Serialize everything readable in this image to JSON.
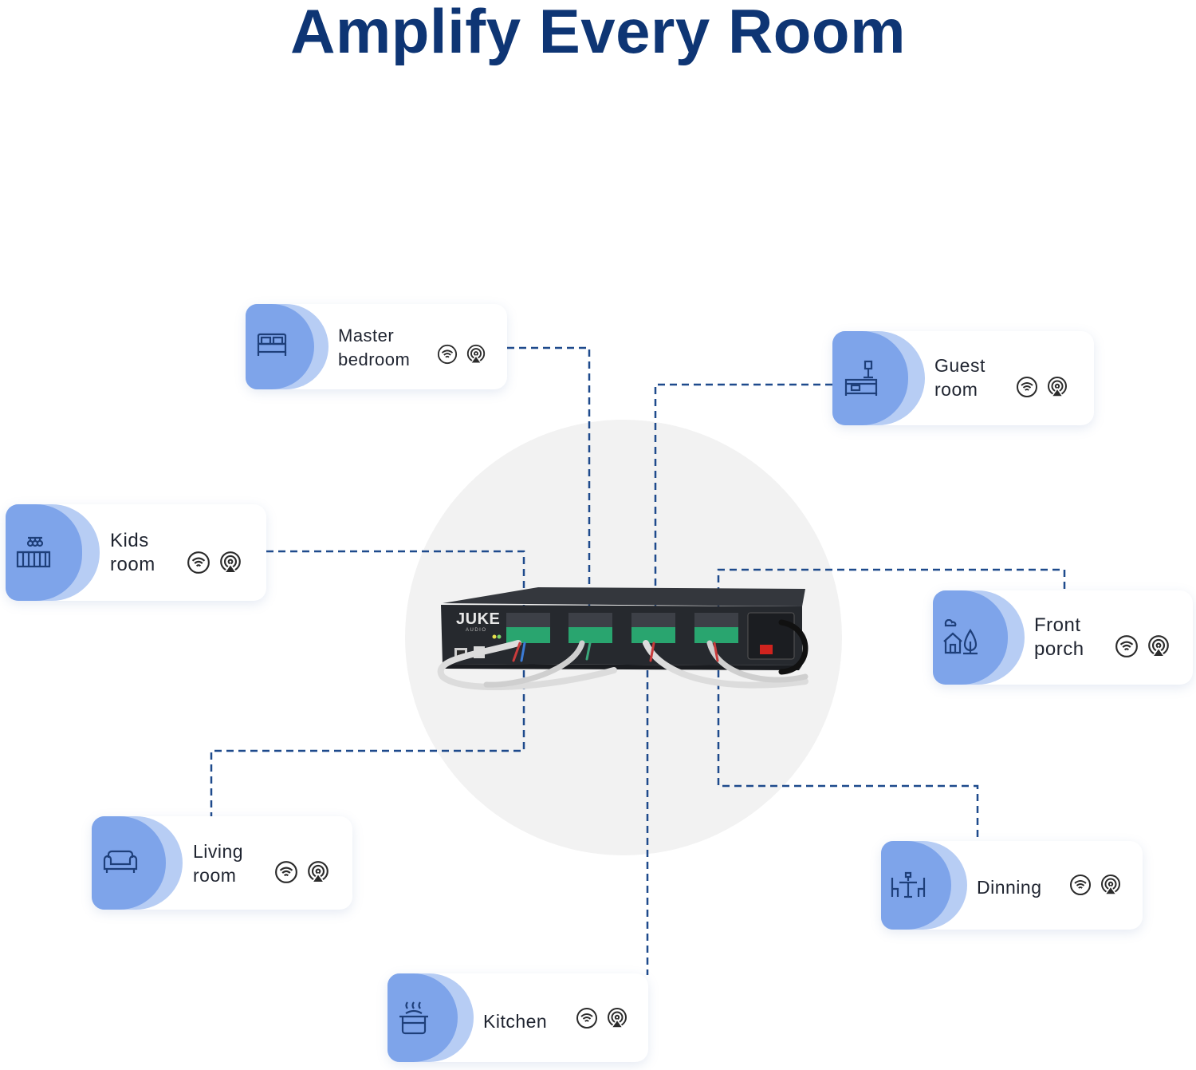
{
  "title": "Amplify Every Room",
  "device": {
    "brand": "JUKE",
    "sub": "AUDIO"
  },
  "rooms": [
    {
      "key": "master",
      "label": "Master\nbedroom",
      "room_icon": "bed-icon",
      "stream_icons": [
        "wifi-icon",
        "airplay-icon"
      ]
    },
    {
      "key": "guest",
      "label": "Guest\nroom",
      "room_icon": "nightstand-lamp-icon",
      "stream_icons": [
        "wifi-icon",
        "airplay-icon"
      ]
    },
    {
      "key": "kids",
      "label": "Kids\nroom",
      "room_icon": "crib-icon",
      "stream_icons": [
        "wifi-icon",
        "airplay-icon"
      ]
    },
    {
      "key": "porch",
      "label": "Front\nporch",
      "room_icon": "house-tree-icon",
      "stream_icons": [
        "wifi-icon",
        "airplay-icon"
      ]
    },
    {
      "key": "living",
      "label": "Living\nroom",
      "room_icon": "sofa-icon",
      "stream_icons": [
        "wifi-icon",
        "airplay-icon"
      ]
    },
    {
      "key": "dining",
      "label": "Dinning",
      "room_icon": "dining-table-icon",
      "stream_icons": [
        "wifi-icon",
        "airplay-icon"
      ]
    },
    {
      "key": "kitchen",
      "label": "Kitchen",
      "room_icon": "cooking-pot-icon",
      "stream_icons": [
        "wifi-icon",
        "airplay-icon"
      ]
    }
  ],
  "colors": {
    "title": "#0e3574",
    "wire": "#1e4a8c",
    "badge_outer": "#b7cdf4",
    "badge_inner": "#7ea4ea",
    "icon_stroke": "#1e3f7a"
  }
}
